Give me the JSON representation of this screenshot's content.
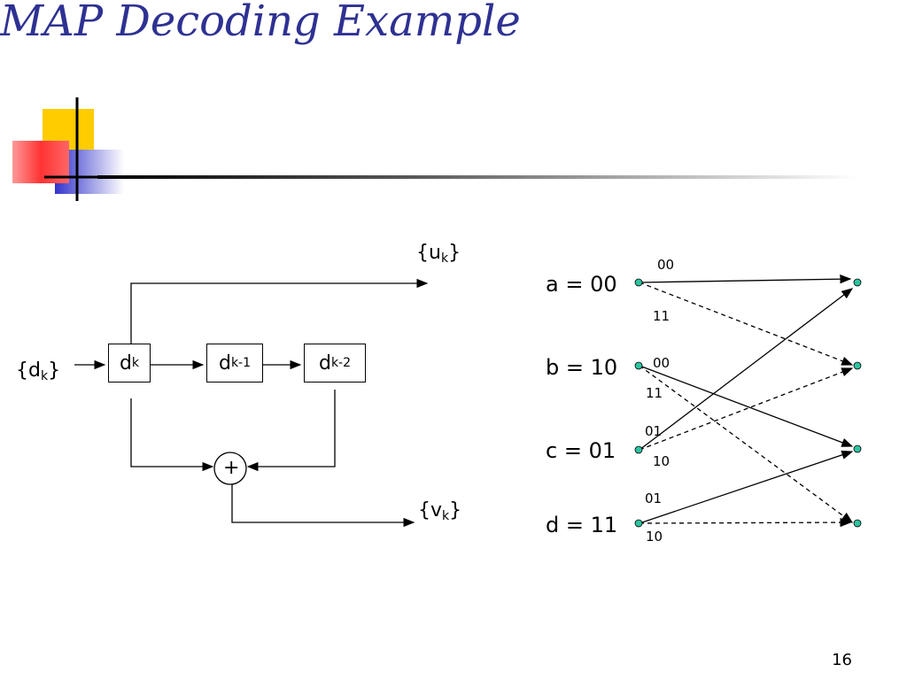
{
  "slide": {
    "title": "MAP Decoding Example",
    "page_number": "16"
  },
  "encoder": {
    "input": {
      "base": "{d",
      "sub": "k",
      "close": "}"
    },
    "output_u": {
      "base": "{u",
      "sub": "k",
      "close": "}"
    },
    "output_v": {
      "base": "{v",
      "sub": "k",
      "close": "}"
    },
    "registers": [
      {
        "base": "d",
        "sub": "k"
      },
      {
        "base": "d",
        "sub": "k-1"
      },
      {
        "base": "d",
        "sub": "k-2"
      }
    ],
    "adder": "+"
  },
  "trellis": {
    "states": [
      "a = 00",
      "b = 10",
      "c = 01",
      "d = 11"
    ],
    "branch_labels": {
      "a_upper": "00",
      "a_lower": "11",
      "b_upper": "00",
      "b_lower": "11",
      "c_upper": "01",
      "c_lower": "10",
      "d_upper": "01",
      "d_lower": "10"
    },
    "node_color": "#2ec4a0"
  },
  "colors": {
    "title": "#2e3192",
    "accent_yellow": "#ffcc00",
    "accent_red": "#ff3333",
    "accent_blue": "#3333cc"
  }
}
